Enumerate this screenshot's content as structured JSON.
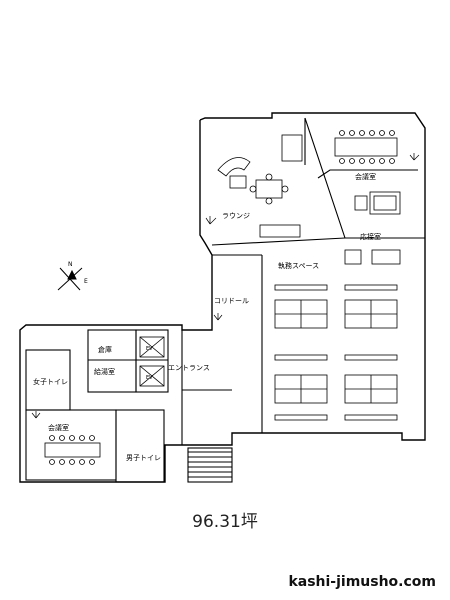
{
  "floor_plan": {
    "rooms": {
      "lounge": "ラウンジ",
      "meeting_room_top": "会議室",
      "reception_room": "応接室",
      "workspace": "執務スペース",
      "corridor": "コリドール",
      "storage": "倉庫",
      "kitchenette": "給湯室",
      "womens_toilet": "女子トイレ",
      "mens_toilet": "男子トイレ",
      "entrance": "エントランス",
      "meeting_room_bottom": "会議室",
      "elevator_1": "EV",
      "elevator_2": "EV"
    },
    "compass": {
      "north": "N",
      "east": "E"
    },
    "area": "96.31坪",
    "site": "kashi-jimusho.com",
    "colors": {
      "line": "#000000",
      "background": "#ffffff"
    }
  }
}
